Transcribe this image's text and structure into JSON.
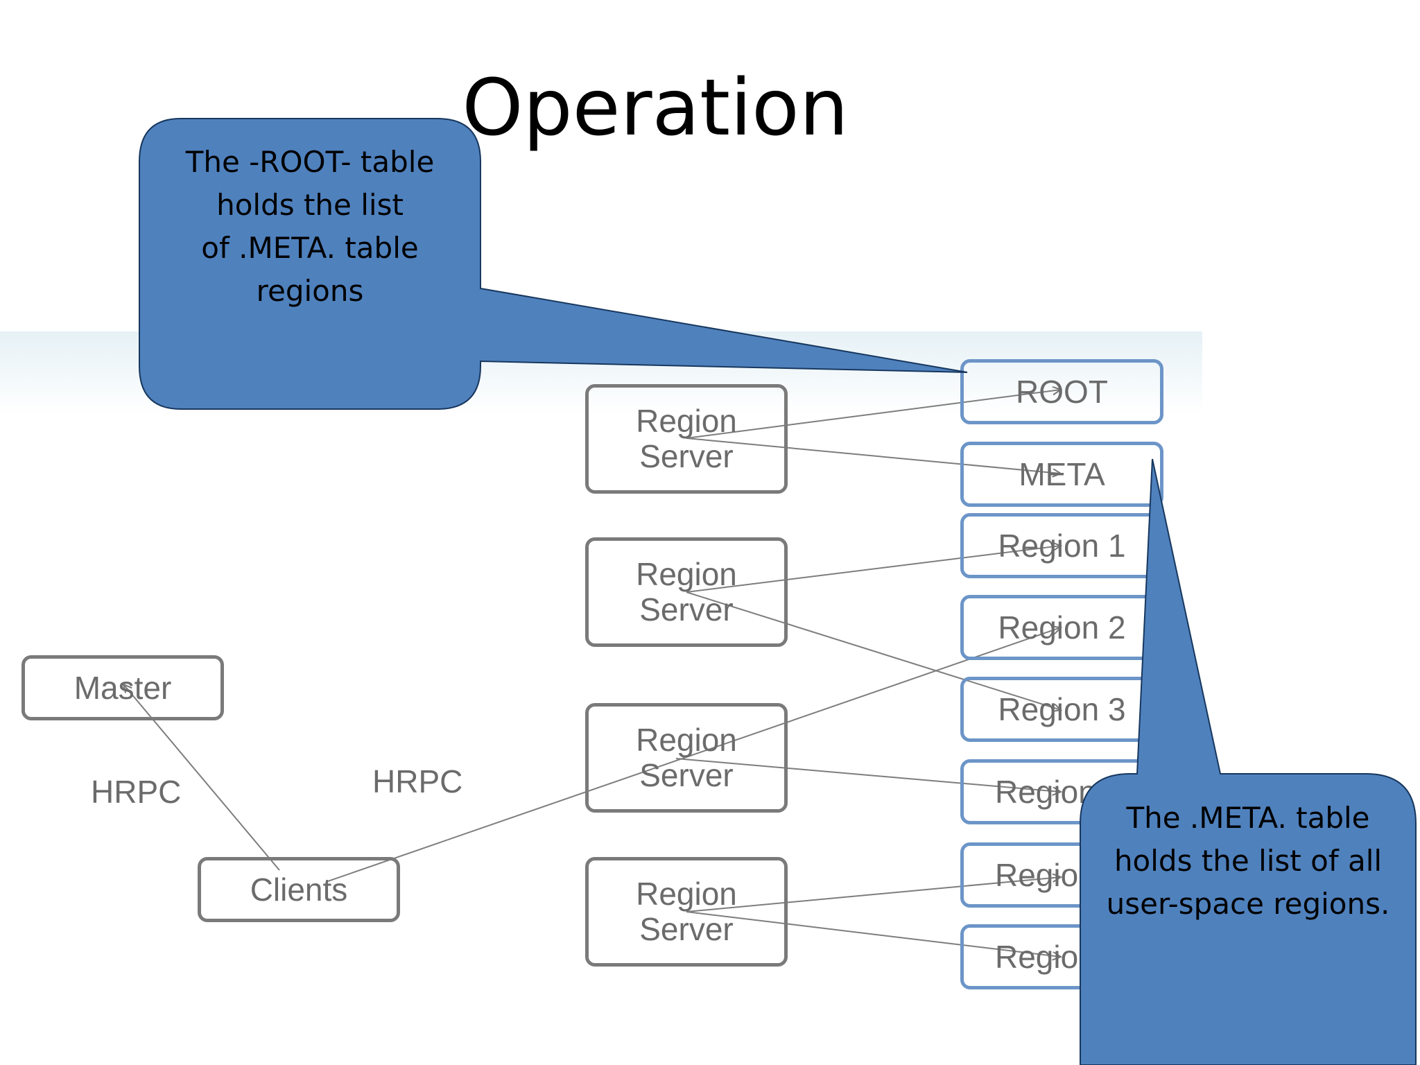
{
  "title": "Operation",
  "callouts": {
    "root": {
      "lines": [
        "The -ROOT- table",
        "holds the list",
        "of .META. table",
        "regions"
      ],
      "fill": "#4f81bd"
    },
    "meta": {
      "lines": [
        "The .META. table",
        "holds the list of all",
        "user-space regions."
      ],
      "fill": "#4f81bd"
    }
  },
  "nodes": {
    "master": "Master",
    "clients": "Clients",
    "region_server": [
      "Region",
      "Server"
    ]
  },
  "tables": [
    "ROOT",
    "META",
    "Region 1",
    "Region 2",
    "Region 3",
    "Region",
    "Regio",
    "Regio"
  ],
  "labels": {
    "hrpc_left": "HRPC",
    "hrpc_right": "HRPC"
  },
  "colors": {
    "server_border": "#7a7a7a",
    "table_border": "#6c95c8",
    "text_gray": "#6b6b6b"
  }
}
